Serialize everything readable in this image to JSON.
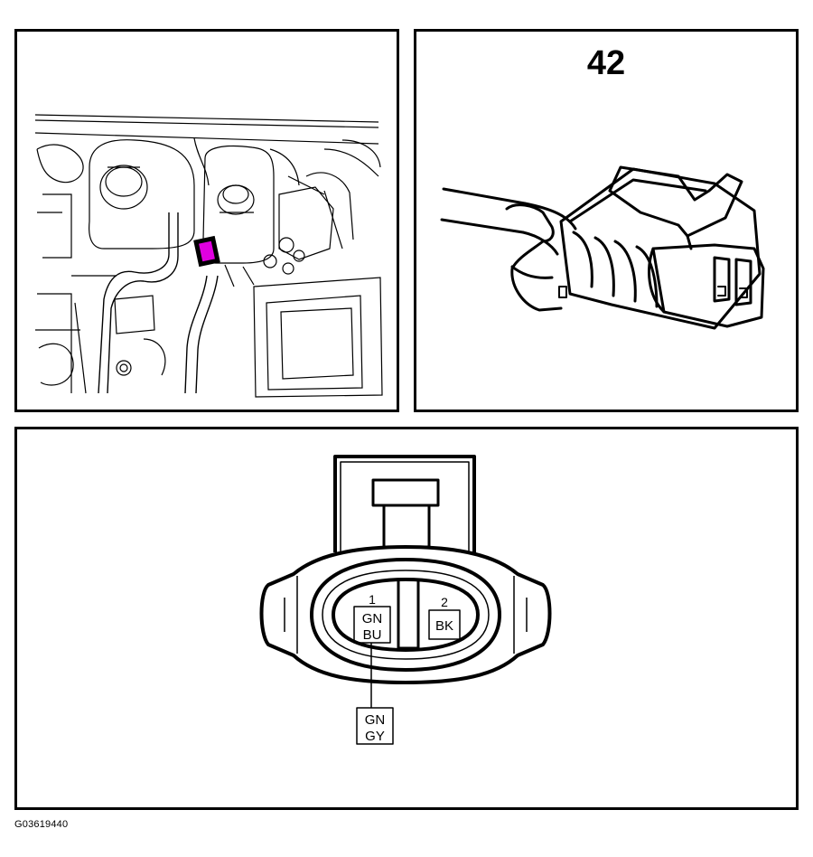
{
  "connector_number": "42",
  "figure_id": "G03619440",
  "highlight_color": "#e000e0",
  "pins": [
    {
      "number": "1",
      "wire_color_line1": "GN",
      "wire_color_line2": "BU"
    },
    {
      "number": "2",
      "wire_color_line1": "BK"
    }
  ],
  "harness_wire": {
    "line1": "GN",
    "line2": "GY"
  }
}
